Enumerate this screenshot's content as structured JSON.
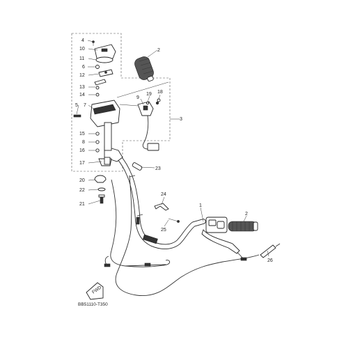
{
  "callouts": [
    {
      "id": "c4",
      "text": "4"
    },
    {
      "id": "c10",
      "text": "10"
    },
    {
      "id": "c11",
      "text": "11"
    },
    {
      "id": "c6",
      "text": "6"
    },
    {
      "id": "c12",
      "text": "12"
    },
    {
      "id": "c13",
      "text": "13"
    },
    {
      "id": "c14",
      "text": "14"
    },
    {
      "id": "c5",
      "text": "5"
    },
    {
      "id": "c7",
      "text": "7"
    },
    {
      "id": "c15",
      "text": "15"
    },
    {
      "id": "c8",
      "text": "8"
    },
    {
      "id": "c16",
      "text": "16"
    },
    {
      "id": "c17",
      "text": "17"
    },
    {
      "id": "c20",
      "text": "20"
    },
    {
      "id": "c22",
      "text": "22"
    },
    {
      "id": "c21",
      "text": "21"
    },
    {
      "id": "c9",
      "text": "9"
    },
    {
      "id": "c19",
      "text": "19"
    },
    {
      "id": "c18",
      "text": "18"
    },
    {
      "id": "c3",
      "text": "3"
    },
    {
      "id": "c2a",
      "text": "2"
    },
    {
      "id": "c23",
      "text": "23"
    },
    {
      "id": "c24",
      "text": "24"
    },
    {
      "id": "c25",
      "text": "25"
    },
    {
      "id": "c1",
      "text": "1"
    },
    {
      "id": "c2b",
      "text": "2"
    },
    {
      "id": "c26",
      "text": "26"
    }
  ],
  "fwd_label": "FWD",
  "diagram_code": "BB51110-T350"
}
